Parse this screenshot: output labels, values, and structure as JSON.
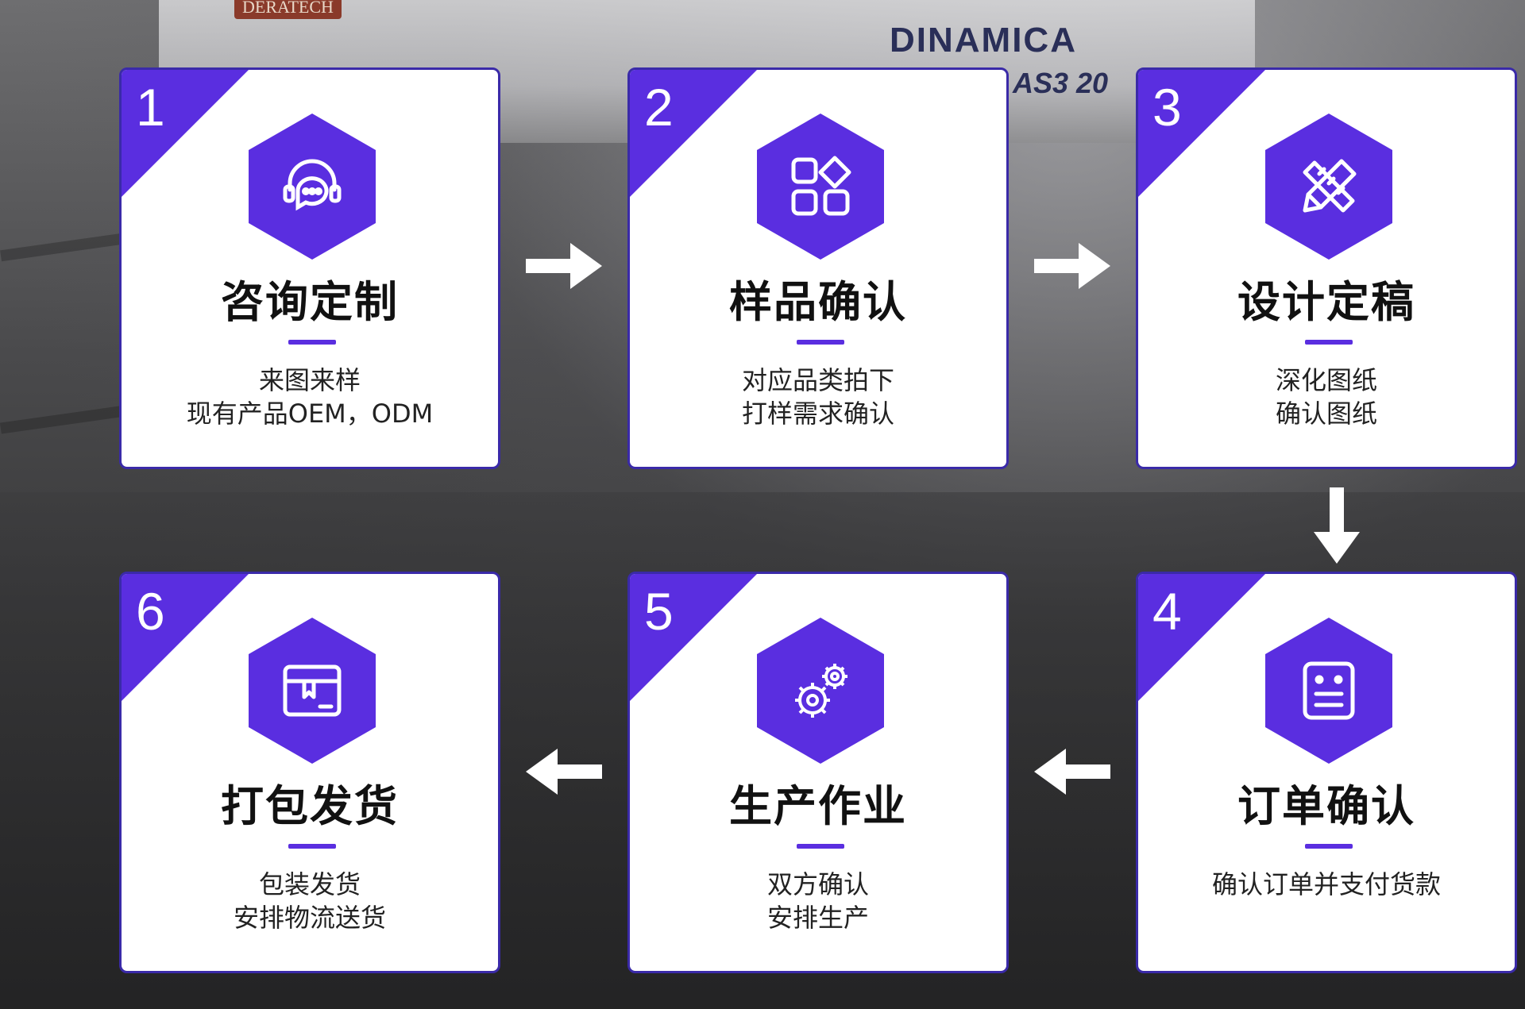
{
  "background": {
    "brand_top_left": "DERATECH",
    "brand_machine": "DINAMICA",
    "brand_model": "AS3 20"
  },
  "steps": [
    {
      "number": "1",
      "title": "咨询定制",
      "lines": [
        "来图来样",
        "现有产品OEM，ODM"
      ],
      "icon": "headset-chat-icon"
    },
    {
      "number": "2",
      "title": "样品确认",
      "lines": [
        "对应品类拍下",
        "打样需求确认"
      ],
      "icon": "apps-grid-icon"
    },
    {
      "number": "3",
      "title": "设计定稿",
      "lines": [
        "深化图纸",
        "确认图纸"
      ],
      "icon": "pencil-ruler-icon"
    },
    {
      "number": "4",
      "title": "订单确认",
      "lines": [
        "确认订单并支付货款"
      ],
      "icon": "order-document-icon"
    },
    {
      "number": "5",
      "title": "生产作业",
      "lines": [
        "双方确认",
        "安排生产"
      ],
      "icon": "gears-icon"
    },
    {
      "number": "6",
      "title": "打包发货",
      "lines": [
        "包装发货",
        "安排物流送货"
      ],
      "icon": "package-box-icon"
    }
  ],
  "colors": {
    "accent": "#5a2ee0",
    "border": "#3a2aa8",
    "card": "#ffffff"
  }
}
